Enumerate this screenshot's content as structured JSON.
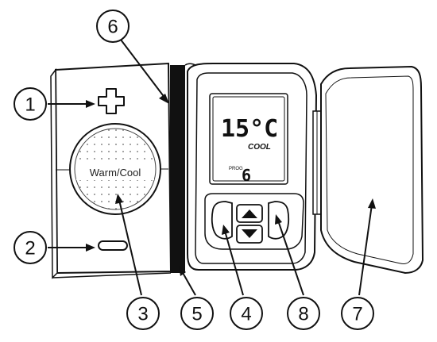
{
  "dial": {
    "label": "Warm/Cool"
  },
  "display": {
    "temperature": "15°C",
    "mode": "COOL",
    "prog_label": "PROG",
    "prog_value": "6"
  },
  "callouts": {
    "c1": "1",
    "c2": "2",
    "c3": "3",
    "c4": "4",
    "c5": "5",
    "c6": "6",
    "c7": "7",
    "c8": "8"
  }
}
